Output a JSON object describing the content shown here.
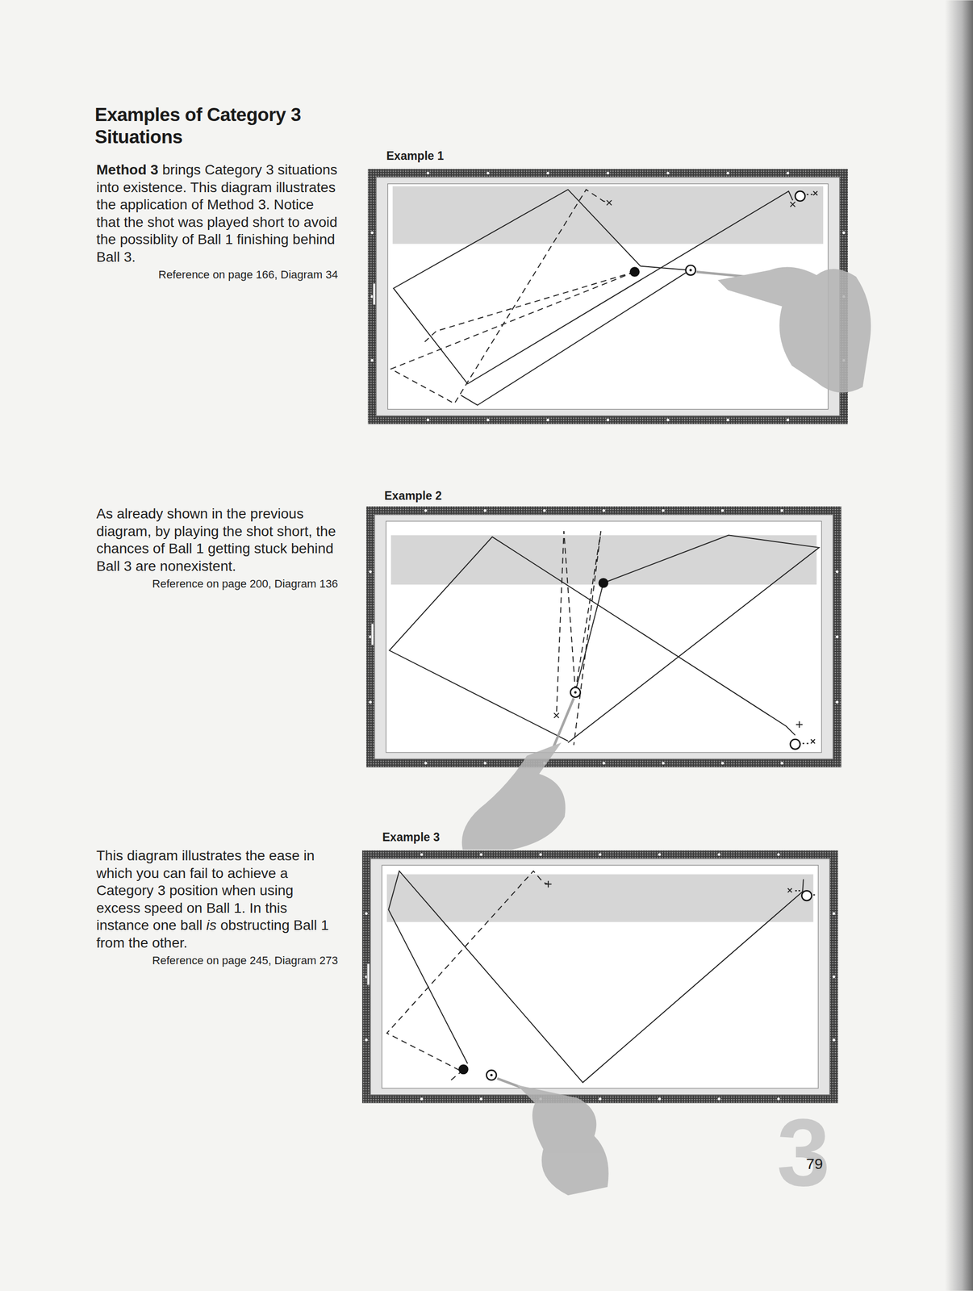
{
  "diagram": {
    "title": "Examples of Category 3 Situations",
    "labels": [
      "Example 1",
      "Method 3",
      "brings Category 3 situations into existence. This diagram illustrates the application of Method 3. Notice that the shot was played short to avoid the possiblity of Ball 1 finishing behind Ball 3.",
      "Reference on page 166, Diagram 34",
      "Example 2",
      "As already shown in the previous diagram, by playing the shot short, the chances of Ball 1 getting stuck behind Ball 3 are nonexistent.",
      "Reference on page 200, Diagram 136",
      "Example 3",
      "This diagram illustrates the ease in which you can fail to achieve a Category 3 position when using excess speed on Ball 1. In this instance one ball",
      "is",
      "obstructing Ball 1 from the other.",
      "Reference on page 245, Diagram 273",
      "79",
      "3"
    ]
  }
}
